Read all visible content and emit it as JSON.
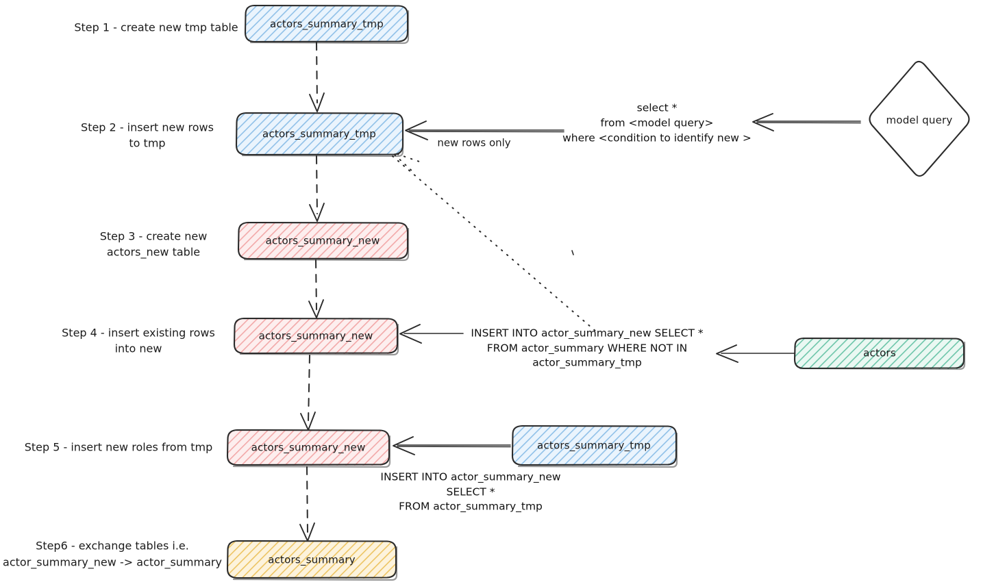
{
  "diagram": {
    "title": "Incremental table rebuild flow",
    "background": "#ffffff",
    "palette": {
      "blue_fill": "#cfe4f7",
      "blue_hatch": "#7fb2e0",
      "red_fill": "#f9d2d2",
      "red_hatch": "#e89a9a",
      "green_fill": "#cfece2",
      "green_hatch": "#57b89a",
      "yellow_fill": "#fbe6ac",
      "yellow_hatch": "#e0b341",
      "stroke": "#2b2b2b",
      "text": "#1b1b1b"
    }
  },
  "steps": [
    {
      "id": "step1",
      "lines": [
        "Step 1 - create new tmp table"
      ]
    },
    {
      "id": "step2",
      "lines": [
        "Step 2 - insert new rows",
        "to tmp"
      ]
    },
    {
      "id": "step3",
      "lines": [
        "Step 3 - create new",
        "actors_new table"
      ]
    },
    {
      "id": "step4",
      "lines": [
        "Step 4 - insert existing rows",
        "into new"
      ]
    },
    {
      "id": "step5",
      "lines": [
        "Step 5 - insert new roles from tmp"
      ]
    },
    {
      "id": "step6",
      "lines": [
        "Step6 - exchange tables i.e.",
        "actor_summary_new -> actor_summary"
      ]
    }
  ],
  "nodes": [
    {
      "id": "tmp1",
      "label": "actors_summary_tmp",
      "color": "blue"
    },
    {
      "id": "tmp2",
      "label": "actors_summary_tmp",
      "color": "blue"
    },
    {
      "id": "new3",
      "label": "actors_summary_new",
      "color": "red"
    },
    {
      "id": "new4",
      "label": "actors_summary_new",
      "color": "red"
    },
    {
      "id": "new5",
      "label": "actors_summary_new",
      "color": "red"
    },
    {
      "id": "tmp5",
      "label": "actors_summary_tmp",
      "color": "blue"
    },
    {
      "id": "actors",
      "label": "actors",
      "color": "green"
    },
    {
      "id": "final",
      "label": "actors_summary",
      "color": "yellow"
    },
    {
      "id": "modelquery",
      "label": "model query",
      "color": "white",
      "shape": "diamond"
    }
  ],
  "edge_labels": {
    "new_rows_only": "new rows only",
    "model_query_sql": [
      "select *",
      "from <model query>",
      "where <condition to identify new >"
    ],
    "step4_sql": [
      "INSERT INTO actor_summary_new SELECT *",
      "FROM actor_summary WHERE NOT IN",
      "actor_summary_tmp"
    ],
    "step5_sql": [
      "INSERT INTO actor_summary_new",
      "SELECT *",
      "FROM actor_summary_tmp"
    ]
  }
}
